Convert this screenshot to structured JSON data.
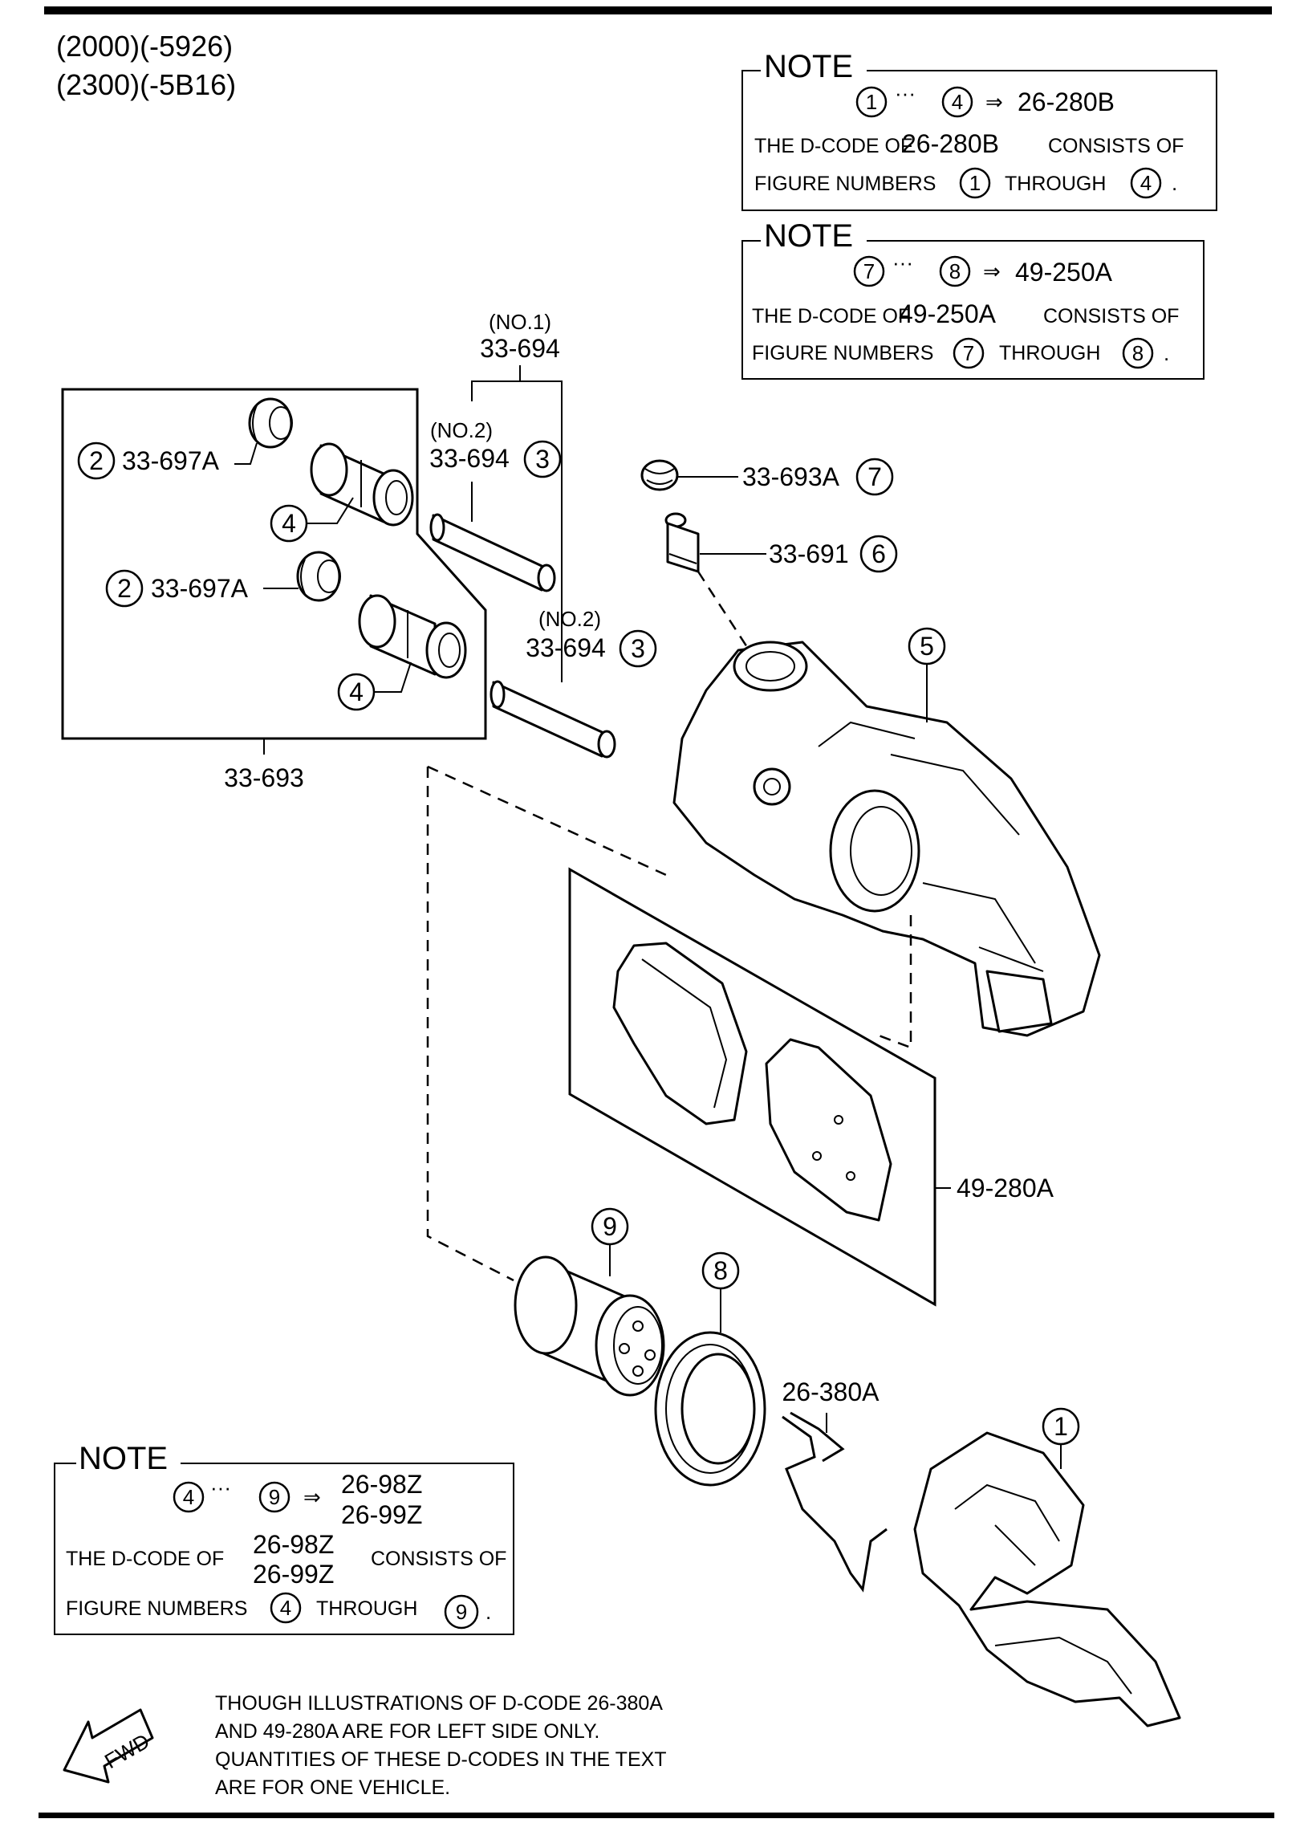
{
  "header": {
    "line1": "(2000)(-5926)",
    "line2": "(2300)(-5B16)"
  },
  "notes": [
    {
      "title": "NOTE",
      "range_from": "1",
      "range_to": "4",
      "arrow": "⇒",
      "code": "26-280B",
      "text1": "THE D-CODE OF",
      "code_inline": "26-280B",
      "text1b": "CONSISTS OF",
      "text2": "FIGURE NUMBERS",
      "text2b": "THROUGH",
      "dot": "."
    },
    {
      "title": "NOTE",
      "range_from": "7",
      "range_to": "8",
      "arrow": "⇒",
      "code": "49-250A",
      "text1": "THE D-CODE OF",
      "code_inline": "49-250A",
      "text1b": "CONSISTS OF",
      "text2": "FIGURE NUMBERS",
      "text2b": "THROUGH",
      "dot": "."
    },
    {
      "title": "NOTE",
      "range_from": "4",
      "range_to": "9",
      "arrow": "⇒",
      "code_a": "26-98Z",
      "code_b": "26-99Z",
      "text1": "THE D-CODE OF",
      "text1b": "CONSISTS OF",
      "text2": "FIGURE NUMBERS",
      "text2b": "THROUGH",
      "dot": "."
    }
  ],
  "ellipsis": "···",
  "callouts": {
    "no1": "(NO.1)",
    "no2": "(NO.2)",
    "pin_33_694": "33-694",
    "boot_33_697A": "33-697A",
    "kit_33_693": "33-693",
    "cap_33_693A": "33-693A",
    "bleeder_33_691": "33-691",
    "pads_49_280A": "49-280A",
    "clip_26_380A": "26-380A"
  },
  "numbers": [
    "1",
    "2",
    "3",
    "4",
    "5",
    "6",
    "7",
    "8",
    "9"
  ],
  "footnote": [
    "THOUGH ILLUSTRATIONS OF D-CODE 26-380A",
    "AND 49-280A ARE FOR LEFT SIDE ONLY.",
    "QUANTITIES OF THESE D-CODES IN THE TEXT",
    "ARE FOR ONE VEHICLE."
  ],
  "fwd_label": "FWD"
}
